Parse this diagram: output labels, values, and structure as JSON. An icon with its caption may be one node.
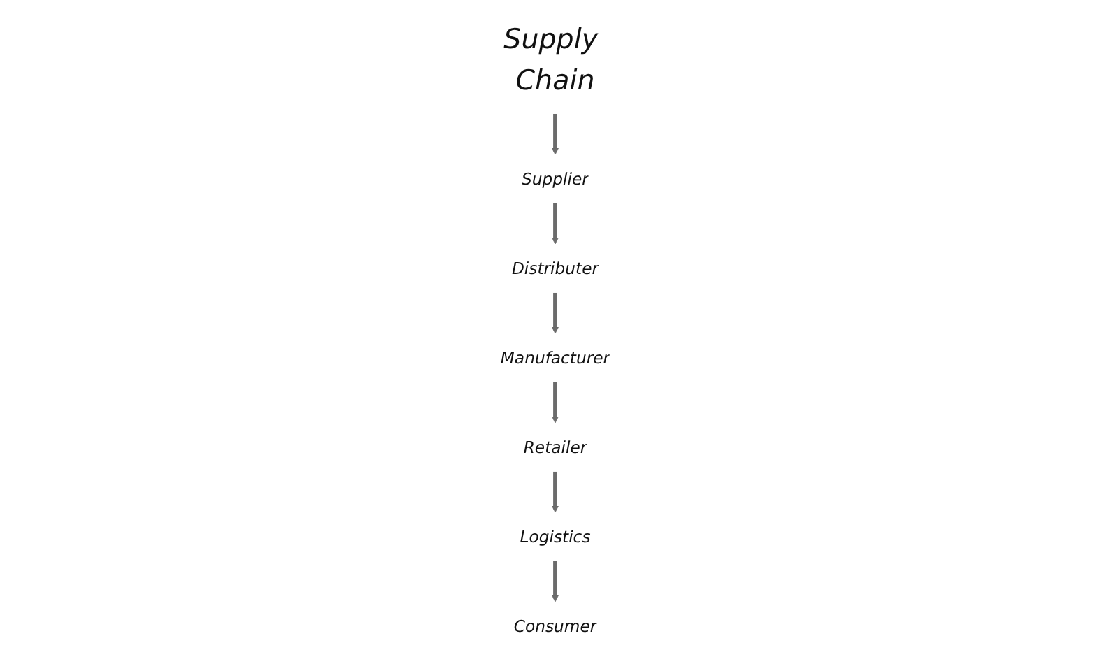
{
  "diagram": {
    "nodes": [
      {
        "text": [
          "Retailer"
        ]
      },
      {
        "text": [
          "Logistics"
        ]
      },
      {
        "text": [
          "Supply Chain"
        ]
      },
      {
        "text": [
          "Consumer"
        ]
      },
      {
        "text": [
          "Manufacturer"
        ]
      },
      {
        "text": [
          "Supplier"
        ]
      },
      {
        "text": [
          "Distributer"
        ]
      }
    ],
    "edges": [
      {
        "from": 0,
        "to": 1,
        "arrow": "to"
      },
      {
        "from": 1,
        "to": 3,
        "arrow": "to"
      },
      {
        "from": 2,
        "to": 5,
        "arrow": "to"
      },
      {
        "from": 5,
        "to": 6,
        "arrow": "to"
      },
      {
        "from": 6,
        "to": 4,
        "arrow": "to"
      },
      {
        "from": 4,
        "to": 0,
        "arrow": "to"
      }
    ]
  }
}
